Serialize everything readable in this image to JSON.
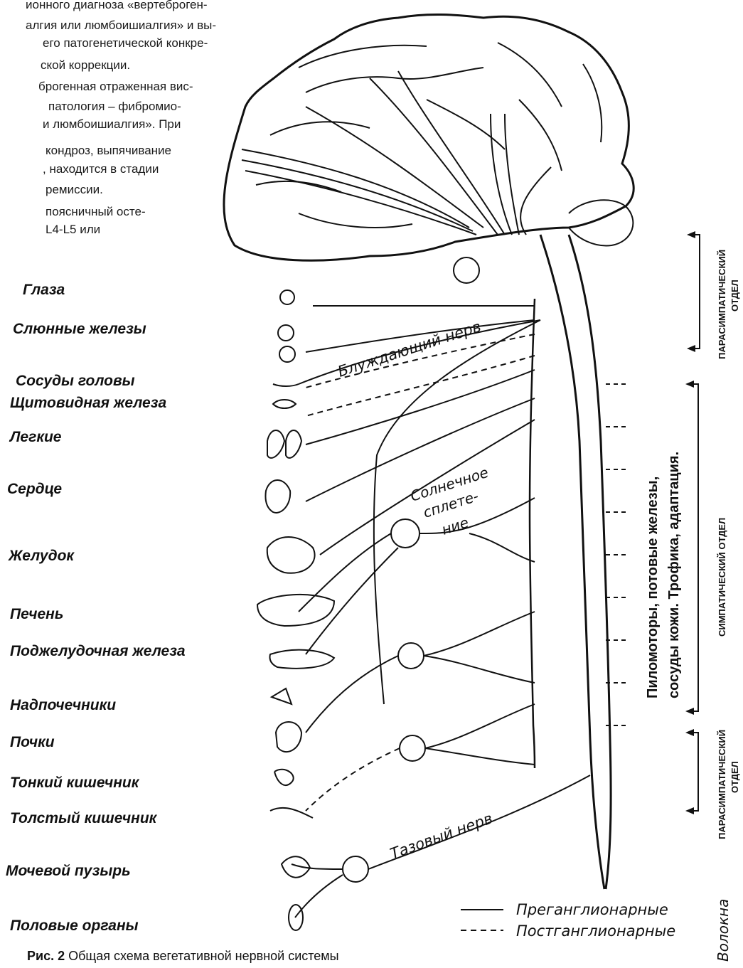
{
  "text_fragment": {
    "lines": [
      "ионного диагноза «вертеброген-",
      "алгия или люмбоишиалгия» и вы-",
      "его патогенетической конкре-",
      "ской коррекции.",
      "брогенная отраженная вис-",
      "патология – фибромио-",
      "и люмбоишиалгия». При",
      "кондроз, выпячивание",
      ", находится в стадии",
      "ремиссии.",
      "поясничный осте-",
      "L4-L5 или"
    ]
  },
  "organs": [
    "Глаза",
    "Слюнные железы",
    "Сосуды головы",
    "Щитовидная железа",
    "Легкие",
    "Сердце",
    "Желудок",
    "Печень",
    "Поджелудочная железа",
    "Надпочечники",
    "Почки",
    "Тонкий кишечник",
    "Толстый кишечник",
    "Мочевой пузырь",
    "Половые органы"
  ],
  "diagram_labels": {
    "vagus_nerve": "Блуждающий нерв",
    "solar_plexus": [
      "Солнечное",
      "сплете-",
      "ние"
    ],
    "pelvic_nerve": "Тазовый нерв",
    "skin_effects": [
      "Пиломоторы, потовые железы,",
      "сосуды кожи. Трофика, адаптация."
    ]
  },
  "divisions": {
    "parasympathetic_top": [
      "ПАРАСИМПАТИЧЕСКИЙ",
      "ОТДЕЛ"
    ],
    "sympathetic": "СИМПАТИЧЕСКИЙ ОТДЕЛ",
    "parasympathetic_bottom": [
      "ПАРАСИМПАТИЧЕСКИЙ",
      "ОТДЕЛ"
    ]
  },
  "legend": {
    "preganglionic": "Преганглионарные",
    "postganglionic": "Постганглионарные",
    "fibers": "Волокна"
  },
  "caption": {
    "prefix": "Рис. 2",
    "text": " Общая схема вегетативной нервной системы"
  },
  "colors": {
    "ink": "#111111",
    "background": "#ffffff"
  }
}
